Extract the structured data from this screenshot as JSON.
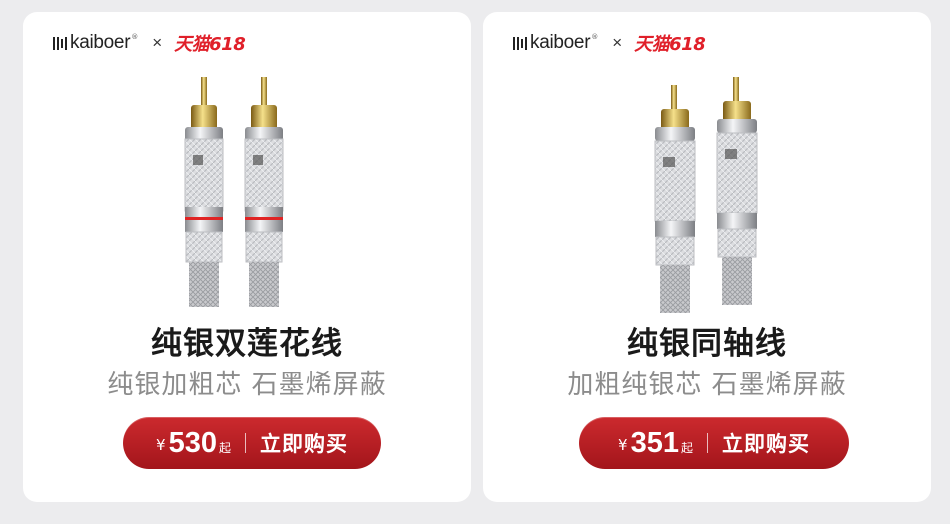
{
  "brand": {
    "name": "kaiboer",
    "registered": "®",
    "times": "×",
    "partner": "天猫618"
  },
  "colors": {
    "accent": "#b31c22",
    "partner": "#e0202a",
    "title": "#1a1a1a",
    "subtitle": "#8c8c8c",
    "stripe": "#e02424"
  },
  "icons": {
    "brand_logo": "kaiboer-bars-logo-icon",
    "connector": "rca-connector-icon"
  },
  "cards": [
    {
      "title": "纯银双莲花线",
      "subtitle": "纯银加粗芯 石墨烯屏蔽",
      "currency": "¥",
      "price": "530",
      "price_suffix": "起",
      "cta": "立即购买",
      "variant": "red-stripe"
    },
    {
      "title": "纯银同轴线",
      "subtitle": "加粗纯银芯 石墨烯屏蔽",
      "currency": "¥",
      "price": "351",
      "price_suffix": "起",
      "cta": "立即购买",
      "variant": "silver-band"
    }
  ]
}
